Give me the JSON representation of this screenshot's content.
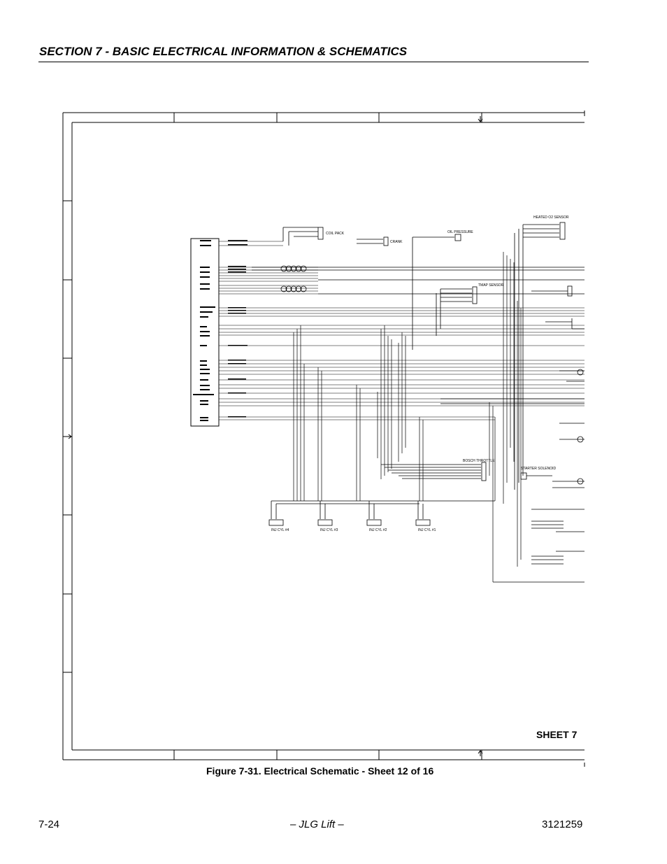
{
  "header": {
    "section_title": "SECTION 7 - BASIC ELECTRICAL INFORMATION & SCHEMATICS"
  },
  "schematic": {
    "sheet_label": "SHEET 7",
    "components": {
      "coil_pack": "COIL PACK",
      "crank": "CRANK",
      "oil_pressure": "OIL PRESSURE",
      "heated_o2_sensor": "HEATED O2 SENSOR",
      "tmap_sensor": "TMAP SENSOR",
      "bosch_throttle": "BOSCH THROTTLE",
      "starter_solenoid": "STARTER SOLENOID",
      "inj_cyl_4": "INJ CYL #4",
      "inj_cyl_3": "INJ CYL #3",
      "inj_cyl_2": "INJ CYL #2",
      "inj_cyl_1": "INJ CYL #1"
    }
  },
  "caption": "Figure 7-31.  Electrical Schematic - Sheet 12 of 16",
  "footer": {
    "page": "7-24",
    "center": "– JLG Lift –",
    "doc_number": "3121259"
  }
}
